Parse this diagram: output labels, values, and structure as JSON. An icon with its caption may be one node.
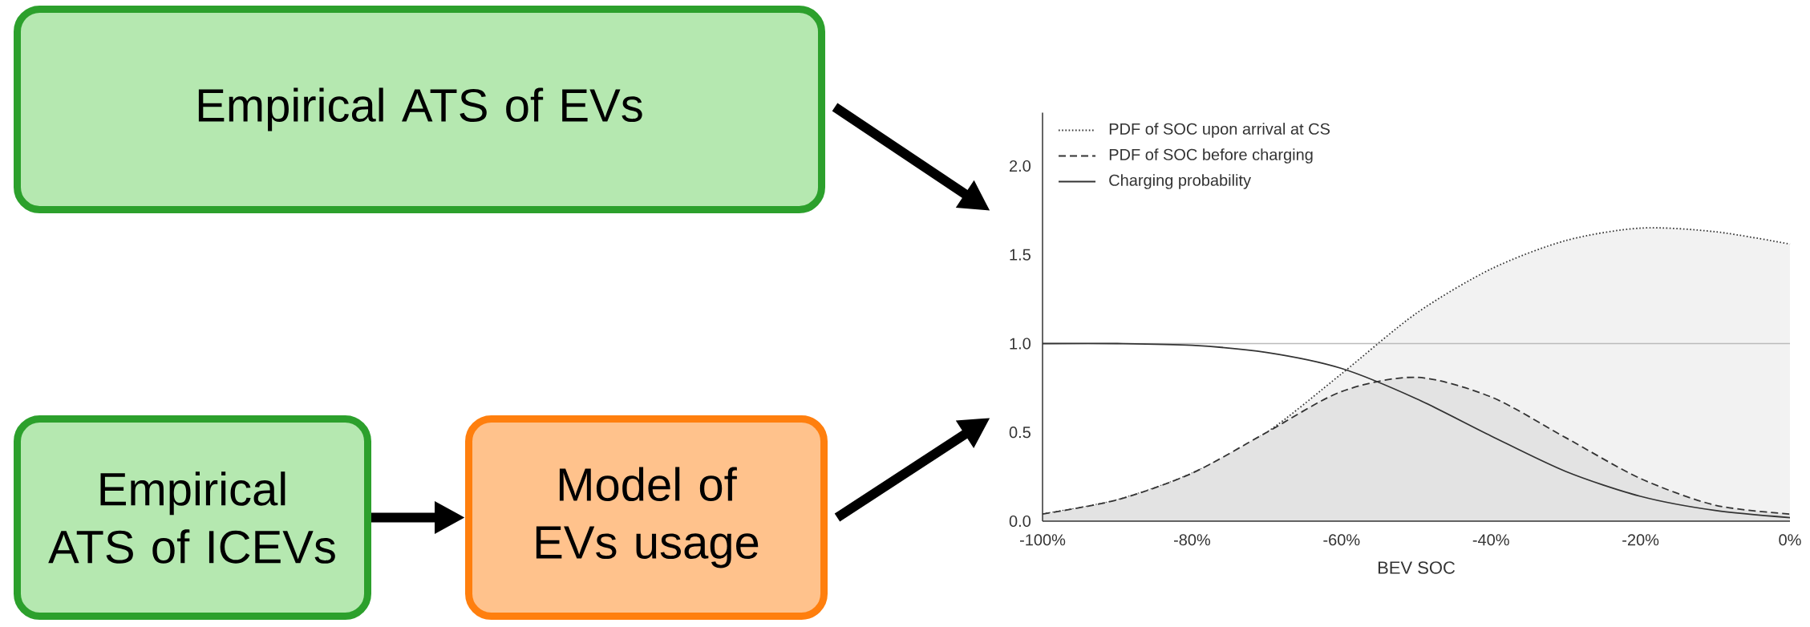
{
  "diagram": {
    "nodes": [
      {
        "text": [
          "Empirical ATS of EVs"
        ]
      },
      {
        "text": [],
        "shape": "picture"
      },
      {
        "text": [
          "Empirical ATS of ICEVs"
        ]
      },
      {
        "text": [
          "Model of EVs usage"
        ]
      }
    ],
    "edges": [
      {
        "from": 0,
        "to": 1,
        "arrow": "to"
      },
      {
        "from": 2,
        "to": 3,
        "arrow": "to"
      },
      {
        "from": 3,
        "to": 1,
        "arrow": "to"
      }
    ],
    "chart_data": {
      "type": "area",
      "xlabel": "BEV SOC",
      "legend": "upper left",
      "ref_lines": [
        {
          "axis": "y",
          "value": 1.0
        }
      ],
      "x": [
        -100,
        -90,
        -80,
        -70,
        -60,
        -50,
        -40,
        -30,
        -20,
        -10,
        0
      ],
      "series": [
        {
          "name": "PDF of SOC upon arrival at CS",
          "color": "#333333",
          "line_style": "dotted",
          "values": [
            0.04,
            0.12,
            0.27,
            0.5,
            0.83,
            1.17,
            1.42,
            1.58,
            1.65,
            1.63,
            1.56
          ]
        },
        {
          "name": "PDF of SOC before charging",
          "color": "#333333",
          "line_style": "dashed",
          "values": [
            0.04,
            0.12,
            0.27,
            0.5,
            0.73,
            0.81,
            0.7,
            0.47,
            0.24,
            0.09,
            0.04
          ]
        },
        {
          "name": "Charging probability",
          "color": "#333333",
          "line_style": "solid",
          "type": "line",
          "values": [
            1.0,
            1.0,
            0.99,
            0.95,
            0.86,
            0.69,
            0.48,
            0.28,
            0.14,
            0.06,
            0.02
          ]
        }
      ],
      "xlim": [
        -100,
        0
      ],
      "ylim": [
        0,
        2.3
      ],
      "xticks": [
        {
          "value": -100,
          "label": "-100%"
        },
        {
          "value": -80,
          "label": "-80%"
        },
        {
          "value": -60,
          "label": "-60%"
        },
        {
          "value": -40,
          "label": "-40%"
        },
        {
          "value": -20,
          "label": "-20%"
        },
        {
          "value": 0,
          "label": "0%"
        }
      ],
      "yticks": [
        {
          "value": 0,
          "label": "0.0"
        },
        {
          "value": 0.5,
          "label": "0.5"
        },
        {
          "value": 1.0,
          "label": "1.0"
        },
        {
          "value": 1.5,
          "label": "1.5"
        },
        {
          "value": 2.0,
          "label": "2.0"
        }
      ]
    }
  }
}
